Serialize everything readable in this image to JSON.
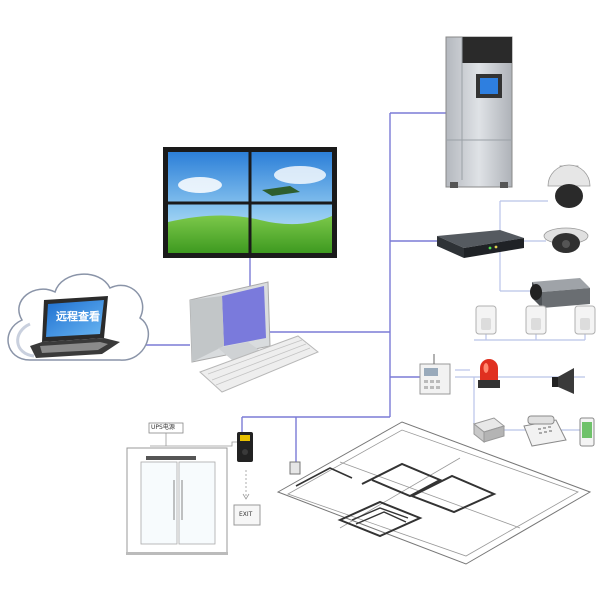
{
  "labels": {
    "remote_view": "远程查看",
    "ups_power": "UPS电源",
    "exit_button": "EXIT",
    "display_text": "",
    "cable_note_1": "",
    "cable_note_2": ""
  },
  "colors": {
    "connection_line": "#7b7bd6",
    "device_line": "#b9c3e8",
    "screen_blue": "#3c8fe0",
    "grass_green": "#4fae2e",
    "cabinet_gray": "#c9ccd1",
    "alarm_red": "#e03020"
  },
  "devices": {
    "video_wall": "video-wall-icon",
    "workstation": "desktop-computer-icon",
    "laptop": "laptop-icon",
    "cloud": "cloud-icon",
    "air_handler": "precision-air-conditioner-icon",
    "dvr": "dvr-recorder-icon",
    "speed_dome": "speed-dome-camera-icon",
    "dome_camera": "dome-camera-icon",
    "box_camera": "box-camera-icon",
    "pir_sensors": "pir-sensor-icon",
    "alarm_panel": "alarm-panel-icon",
    "strobe": "alarm-light-icon",
    "siren": "siren-icon",
    "gas_detector": "detector-icon",
    "telephone": "telephone-icon",
    "mobile_phone": "mobile-phone-icon",
    "access_reader": "access-control-reader-icon",
    "glass_door": "glass-door-icon",
    "exit_btn": "exit-button-icon",
    "leak_sensor": "water-leak-sensor-icon",
    "leak_cable_floor": "leak-detection-cable-floor-icon"
  }
}
